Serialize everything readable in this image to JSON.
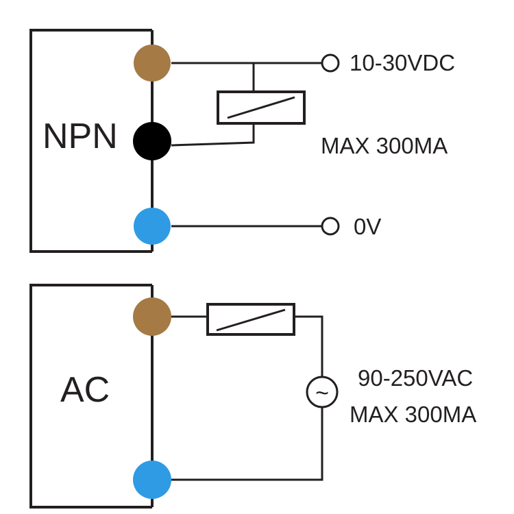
{
  "npn_section": {
    "module_label": "NPN",
    "supply_label": "10-30VDC",
    "load_label": "MAX 300MA",
    "ground_label": "0V",
    "terminals": [
      "brown-wire",
      "black-wire",
      "blue-wire"
    ]
  },
  "ac_section": {
    "module_label": "AC",
    "voltage_label": "90-250VAC",
    "load_label": "MAX 300MA",
    "source_symbol": "~",
    "terminals": [
      "brown-wire",
      "blue-wire"
    ]
  },
  "colors": {
    "brown": "#a57a45",
    "black": "#000000",
    "blue": "#2f9be4",
    "line": "#231f20"
  }
}
